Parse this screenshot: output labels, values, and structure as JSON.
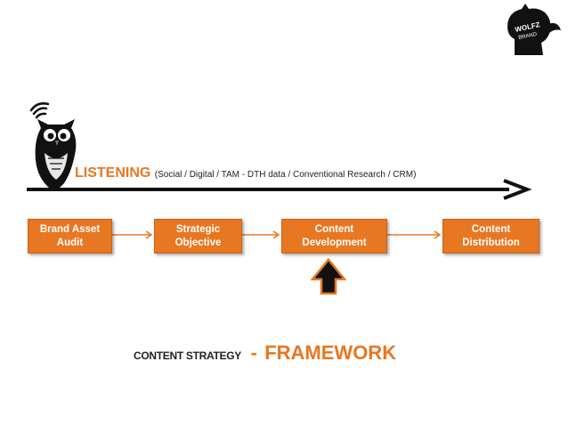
{
  "header": {
    "logo_text_line1": "WOLFZ",
    "logo_text_line2": "BRAND"
  },
  "listening": {
    "title": "LISTENING",
    "detail": "(Social / Digital / TAM - DTH data / Conventional Research / CRM)"
  },
  "flow": {
    "boxes": [
      {
        "line1": "Brand Asset",
        "line2": "Audit"
      },
      {
        "line1": "Strategic",
        "line2": "Objective"
      },
      {
        "line1": "Content",
        "line2": "Development"
      },
      {
        "line1": "Content",
        "line2": "Distribution"
      }
    ]
  },
  "footer": {
    "left": "CONTENT STRATEGY",
    "dash": "-",
    "right": "FRAMEWORK"
  },
  "colors": {
    "accent": "#e87722",
    "ink": "#000000"
  },
  "icons": [
    "wolf-logo-icon",
    "owl-icon",
    "wifi-signal-icon",
    "arrow-up-icon"
  ]
}
